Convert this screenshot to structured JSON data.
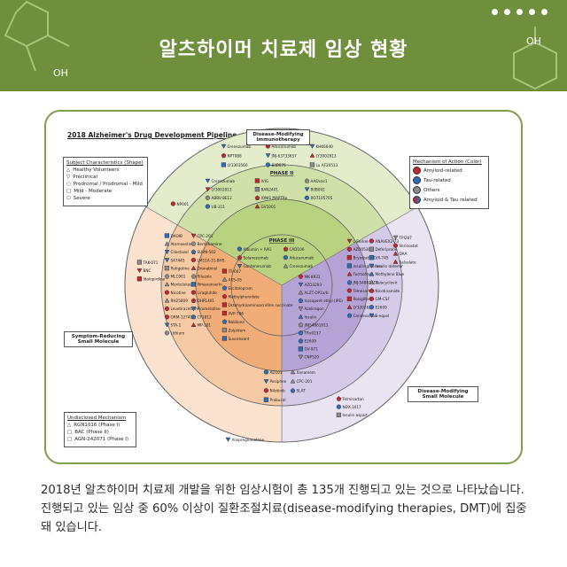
{
  "page_title": "알츠하이머 치료제 임상 현황",
  "decor_labels": {
    "oh_left": "OH",
    "oh_right": "OH"
  },
  "diagram": {
    "title": "2018 Alzheimer's Drug Development Pipeline",
    "zones": {
      "top": "Disease-Modifying Immunotherapy",
      "left": "Symptom-Reducing Small Molecule",
      "right": "Disease-Modifying Small Molecule"
    },
    "phases": [
      "PHASE I",
      "PHASE II",
      "PHASE III"
    ],
    "legend_subject": {
      "title": "Subject Characteristics (Shape)",
      "items": [
        "Healthy Volunteers",
        "Preclinical",
        "Prodromal / Prodromal - Mild",
        "Mild - Moderate",
        "Severe"
      ]
    },
    "legend_moa": {
      "title": "Mechanism of Action (Color)",
      "items": [
        {
          "label": "Amyloid-related",
          "color": "#c4262e"
        },
        {
          "label": "Tau-related",
          "color": "#2f6db5"
        },
        {
          "label": "Others",
          "color": "#8a8a8a"
        },
        {
          "label": "Amyloid & Tau related",
          "color": "#c4262e"
        }
      ]
    },
    "legend_undisclosed": {
      "title": "Undisclosed Mechanism",
      "items": [
        "RGN1016 (Phase I)",
        "BAC (Phase II)",
        "AGN-242071 (Phase I)"
      ]
    },
    "drugs": {
      "p1_top": [
        "Crenezumab",
        "Aducanumab",
        "KHK6640",
        "NPT088",
        "JNJ-63733657",
        "LY3002813",
        "LY3303560",
        "BIIB076",
        "Lu AF20513"
      ],
      "p2_top": [
        "Crenezumab",
        "IVIG",
        "AADvac1",
        "LY3002813",
        "BAN2401",
        "BIIB092",
        "ABBV-8E12",
        "IONIS MAPTRx",
        "RO7105705",
        "UB-311",
        "GV1001"
      ],
      "p3_top": [
        "Albumin + IVIG",
        "CAD106",
        "Solanezumab",
        "Aducanumab",
        "Gantenerumab",
        "Crenezumab"
      ],
      "p1_outer_top": [
        "NP001"
      ],
      "left_outer": [
        "TAK-071",
        "BNC",
        "Idalopirdine"
      ],
      "left_p2": [
        "DAOIB",
        "CPC-201",
        "Atomoxetine",
        "Benfotiamine",
        "Cilostazol",
        "SUVN-502",
        "S47445",
        "LM11A-31-BHS",
        "Rotigotine",
        "Dronabinol",
        "MLC901",
        "Riluzole",
        "Montelukast",
        "Pimavanserin",
        "Nicotine",
        "Liraglutide",
        "RH25809",
        "DHP1401",
        "Levetiracetam",
        "Piromelatine",
        "ORM-12741",
        "CT1812",
        "STA-1",
        "MP-101",
        "Lithium"
      ],
      "left_p3": [
        "ITI-007",
        "AXS-05",
        "Escitalopram",
        "Methylphenidate",
        "Octohydroaminoacridine succinate",
        "AVP-786",
        "Nabilone",
        "Zolpidem",
        "Suvorexant"
      ],
      "left_bottom": [
        "Allopregnanolone"
      ],
      "right_p2": [
        "L-Serine",
        "ANAVEX2-73",
        "AZD0530",
        "Deferiprone",
        "Bryostatin 1",
        "VX-745",
        "Insulin glulisine",
        "Insulin detemir",
        "Formoterol",
        "Methylene Blue",
        "JNJ-54861911",
        "Valacyclovir",
        "Telmisartan",
        "Nicotinamide",
        "Rosiglitine",
        "GM-CSF",
        "LY3202626",
        "E2609",
        "Candesartan",
        "S-equol"
      ],
      "right_p3": [
        "MK-8931",
        "AZD3293",
        "ALZT-OP1a/b",
        "Icosapent ethyl (IPE)",
        "Azeliragon",
        "Insulin",
        "JNJ54861911",
        "TRx0237",
        "E2609",
        "GV-971",
        "CNP520"
      ],
      "right_outer": [
        "TPI287",
        "Vorinostat",
        "DAA",
        "Salsalate",
        "Telmisartan",
        "NDX-1017",
        "Insulin aspart"
      ],
      "bottom_misc": [
        "AD101",
        "Xanamem",
        "Posiphen",
        "CPC-201",
        "Nilotinib",
        "SLAT",
        "Probucol"
      ]
    }
  },
  "caption": "2018년 알츠하이머 치료제 개발을 위한 임상시험이 총 135개 진행되고 있는 것으로 나타났습니다. 진행되고 있는 임상 중 60% 이상이 질환조절치료(disease-modifying therapies, DMT)에 집중돼 있습니다."
}
